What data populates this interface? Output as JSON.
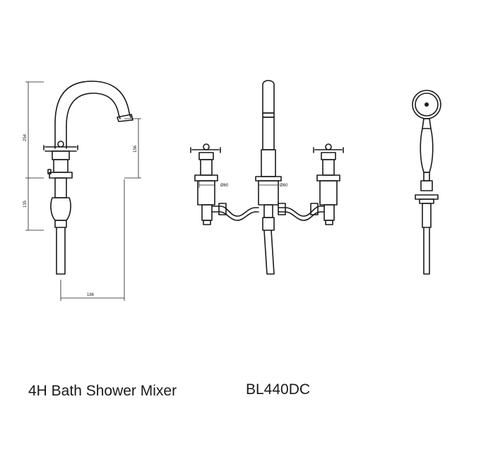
{
  "product": {
    "name": "4H Bath Shower Mixer",
    "code": "BL440DC"
  },
  "dimensions": {
    "overall_height": "254",
    "spout_drop": "156",
    "body_height": "135",
    "spout_reach": "186",
    "left_valve_diameter": "Ø60",
    "right_valve_diameter": "Ø60"
  },
  "colors": {
    "line": "#1a1a1a",
    "background": "#ffffff"
  }
}
